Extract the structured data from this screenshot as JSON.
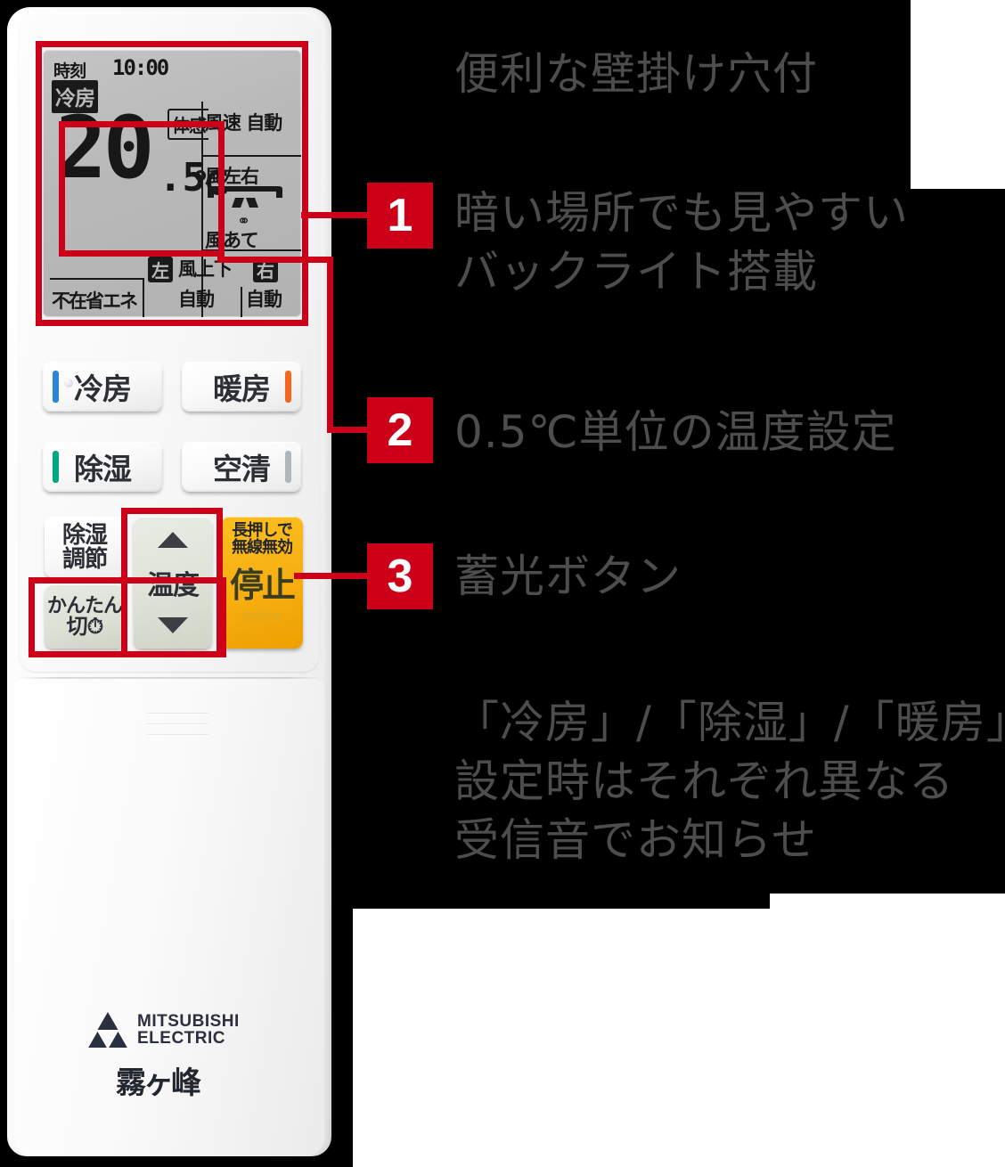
{
  "product": {
    "brand_line1": "MITSUBISHI",
    "brand_line2": "ELECTRIC",
    "series": "霧ヶ峰"
  },
  "lcd": {
    "clock_label": "時刻",
    "clock_value": "10:00",
    "mode_badge": "冷房",
    "temp_integer": "20",
    "temp_fraction": ".5",
    "temp_unit": "℃",
    "feel_label": "体感",
    "fan_speed_label": "風速",
    "fan_speed_value": "自動",
    "swing_lr_label": "風左右",
    "person_icon": "person-icon",
    "wind_direct_label": "風あて",
    "left_badge": "左",
    "updown_label": "風上下",
    "right_badge": "右",
    "absence_eco_label": "不在省エネ",
    "updown_auto": "自動",
    "lr_auto": "自動"
  },
  "buttons": {
    "cool": "冷房",
    "heat": "暖房",
    "dry": "除湿",
    "clean": "空清",
    "dry_adjust_l1": "除湿",
    "dry_adjust_l2": "調節",
    "easy_off_l1": "かんたん",
    "easy_off_l2": "切⏱",
    "temperature": "温度",
    "stop_hold_l1": "長押しで",
    "stop_hold_l2": "無線無効",
    "stop": "停止"
  },
  "colors": {
    "accent_red": "#cc0019",
    "cool_bar": "#2b84d6",
    "heat_bar": "#f26722",
    "dry_bar": "#00a87e",
    "clean_bar": "#b0b6bb",
    "stop_button": "#f7b013",
    "copy_text": "#4d4d4d"
  },
  "callouts": [
    {
      "number": "1",
      "text": "暗い場所でも見やすい\nバックライト搭載"
    },
    {
      "number": "2",
      "text": "0.5℃単位の温度設定"
    },
    {
      "number": "3",
      "text": "蓄光ボタン"
    }
  ],
  "copy": {
    "line0": "便利な壁掛け穴付",
    "line1a": "暗い場所でも見やすい",
    "line1b": "バックライト搭載",
    "line2": "0.5℃単位の温度設定",
    "line3": "蓄光ボタン",
    "line4a": "「冷房」/「除湿」/「暖房」",
    "line4b": "設定時はそれぞれ異なる",
    "line4c": "受信音でお知らせ"
  },
  "badges": {
    "one": "1",
    "two": "2",
    "three": "3"
  }
}
